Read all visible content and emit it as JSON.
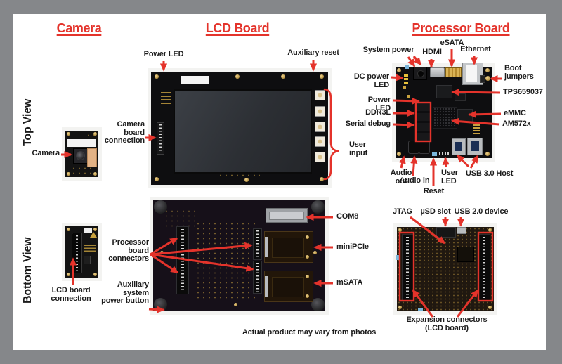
{
  "page": {
    "footer_note": "Actual product may vary from photos"
  },
  "headers": {
    "camera": "Camera",
    "lcd_board": "LCD Board",
    "processor_board": "Processor Board"
  },
  "views": {
    "top": "Top View",
    "bottom": "Bottom View"
  },
  "camera_labels": {
    "camera": "Camera",
    "camera_board_connection": "Camera\nboard\nconnection",
    "lcd_board_connection": "LCD board\nconnection"
  },
  "lcd_labels": {
    "power_led": "Power LED",
    "auxiliary_reset": "Auxiliary reset",
    "user_input": "User\ninput",
    "processor_board_connectors": "Processor\nboard\nconnectors",
    "auxiliary_system_power_button": "Auxiliary\nsystem\npower button",
    "com8": "COM8",
    "minipcie": "miniPCIe",
    "msata": "mSATA"
  },
  "processor_labels": {
    "system_power": "System power",
    "hdmi": "HDMI",
    "esata": "eSATA",
    "ethernet": "Ethernet",
    "boot_jumpers": "Boot\njumpers",
    "dc_power_led": "DC power LED",
    "tps659037": "TPS659037",
    "power_led": "Power LED",
    "ddr3l": "DDR3L",
    "serial_debug": "Serial debug",
    "emmc": "eMMC",
    "am572x": "AM572x",
    "audio_out": "Audio out",
    "audio_in": "Audio in",
    "reset": "Reset",
    "user_led": "User\nLED",
    "usb3_host": "USB 3.0 Host",
    "jtag": "JTAG",
    "usd_slot": "µSD slot",
    "usb2_device": "USB 2.0 device",
    "expansion_connectors": "Expansion connectors\n(LCD board)"
  },
  "colors": {
    "accent_red": "#e4332b",
    "frame_gray": "#85878a",
    "board_black": "#0e0e10"
  }
}
